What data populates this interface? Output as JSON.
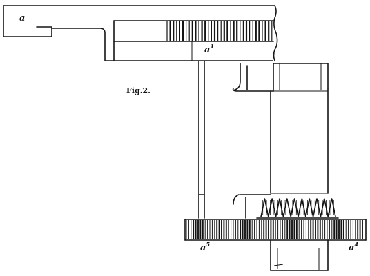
{
  "figure": {
    "caption": "Fig.2.",
    "labels": {
      "a": "a",
      "a1_base": "a",
      "a1_sup": "1",
      "a5_base": "a",
      "a5_sup": "5",
      "a4_base": "a",
      "a4_sup": "4"
    }
  }
}
